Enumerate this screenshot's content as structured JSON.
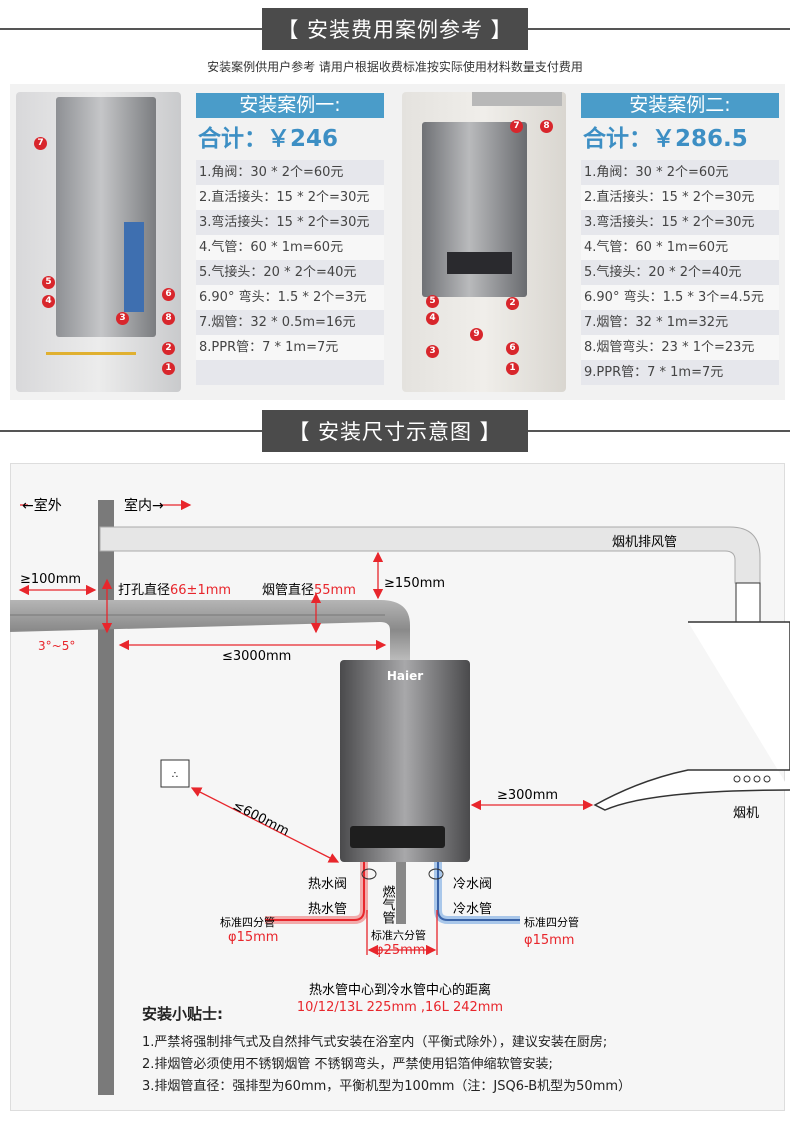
{
  "section1_title": "【 安装费用案例参考 】",
  "section1_subtitle": "安装案例供用户参考 请用户根据收费标准按实际使用材料数量支付费用",
  "case1": {
    "title": "安装案例一:",
    "total": "合计：￥246",
    "items": [
      "1.角阀：30 * 2个=60元",
      "2.直活接头：15 * 2个=30元",
      "3.弯活接头：15 * 2个=30元",
      "4.气管：60 * 1m=60元",
      "5.气接头：20 * 2个=40元",
      "6.90°  弯头：1.5 * 2个=3元",
      "7.烟管：32 * 0.5m=16元",
      "8.PPR管：7 * 1m=7元",
      ""
    ],
    "markers": [
      "7",
      "5",
      "4",
      "3",
      "6",
      "8",
      "2",
      "1"
    ]
  },
  "case2": {
    "title": "安装案例二:",
    "total": "合计：￥286.5",
    "items": [
      "1.角阀：30 * 2个=60元",
      "2.直活接头：15 * 2个=30元",
      "3.弯活接头：15 * 2个=30元",
      "4.气管：60 * 1m=60元",
      "5.气接头：20 * 2个=40元",
      "6.90°  弯头：1.5 * 3个=4.5元",
      "7.烟管：32 * 1m=32元",
      "8.烟管弯头：23 * 1个=23元",
      "9.PPR管：7 * 1m=7元"
    ],
    "markers": [
      "7",
      "8",
      "5",
      "4",
      "2",
      "9",
      "3",
      "6",
      "1"
    ]
  },
  "section2_title": "【 安装尺寸示意图 】",
  "diagram": {
    "outdoor": "←室外",
    "indoor": "室内→",
    "exhaust_pipe": "烟机排风管",
    "wall_gap": "≥100mm",
    "hole_label": "打孔直径",
    "hole_value": "66±1mm",
    "flue_label": "烟管直径",
    "flue_value": "55mm",
    "top_gap": "≥150mm",
    "slope": "3°~5°",
    "max_len": "≤3000mm",
    "brand": "Haier",
    "socket_dist": "≤600mm",
    "hood_dist": "≥300mm",
    "hood_label": "烟机",
    "hot_valve": "热水阀",
    "hot_pipe": "热水管",
    "gas_pipe": "燃气管",
    "cold_valve": "冷水阀",
    "cold_pipe": "冷水管",
    "std4_left": "标准四分管",
    "phi15_left": "φ15mm",
    "std6": "标准六分管",
    "phi25": "φ25mm",
    "std4_right": "标准四分管",
    "phi15_right": "φ15mm",
    "center_dist": "热水管中心到冷水管中心的距离",
    "center_values": "10/12/13L 225mm ,16L 242mm"
  },
  "tips": {
    "title": "安装小贴士:",
    "lines": [
      "1.严禁将强制排气式及自然排气式安装在浴室内（平衡式除外），建议安装在厨房;",
      "2.排烟管必须使用不锈钢烟管 不锈钢弯头，严禁使用铝箔伸缩软管安装;",
      "3.排烟管直径：强排型为60mm，平衡机型为100mm（注：JSQ6-B机型为50mm）"
    ]
  },
  "colors": {
    "accent": "#4a9cc9",
    "red": "#e8262c",
    "dark": "#4b4b4b"
  }
}
